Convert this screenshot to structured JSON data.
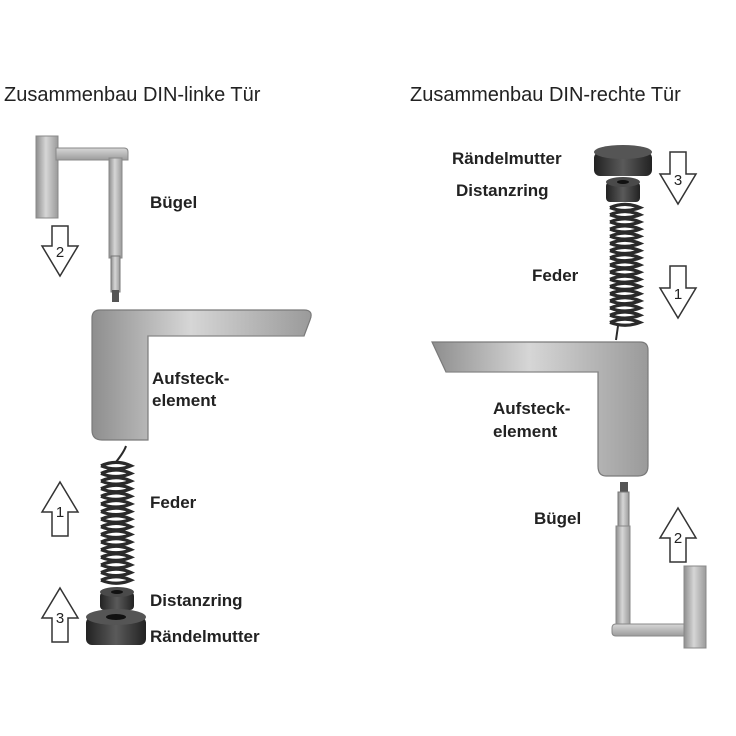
{
  "left": {
    "title": "Zusammenbau DIN-linke Tür",
    "labels": {
      "buegel": "Bügel",
      "aufsteck_1": "Aufsteck-",
      "aufsteck_2": "element",
      "feder": "Feder",
      "distanzring": "Distanzring",
      "raendelmutter": "Rändelmutter"
    },
    "steps": {
      "buegel": "2",
      "feder": "1",
      "raendel": "3"
    }
  },
  "right": {
    "title": "Zusammenbau DIN-rechte Tür",
    "labels": {
      "raendelmutter": "Rändelmutter",
      "distanzring": "Distanzring",
      "feder": "Feder",
      "aufsteck_1": "Aufsteck-",
      "aufsteck_2": "element",
      "buegel": "Bügel"
    },
    "steps": {
      "raendel": "3",
      "feder": "1",
      "buegel": "2"
    }
  },
  "colors": {
    "metal_light": "#cfcfcf",
    "metal_mid": "#a8a8a8",
    "metal_dark": "#7a7a7a",
    "spring": "#2a2a2a",
    "nut": "#3a3a3a"
  }
}
